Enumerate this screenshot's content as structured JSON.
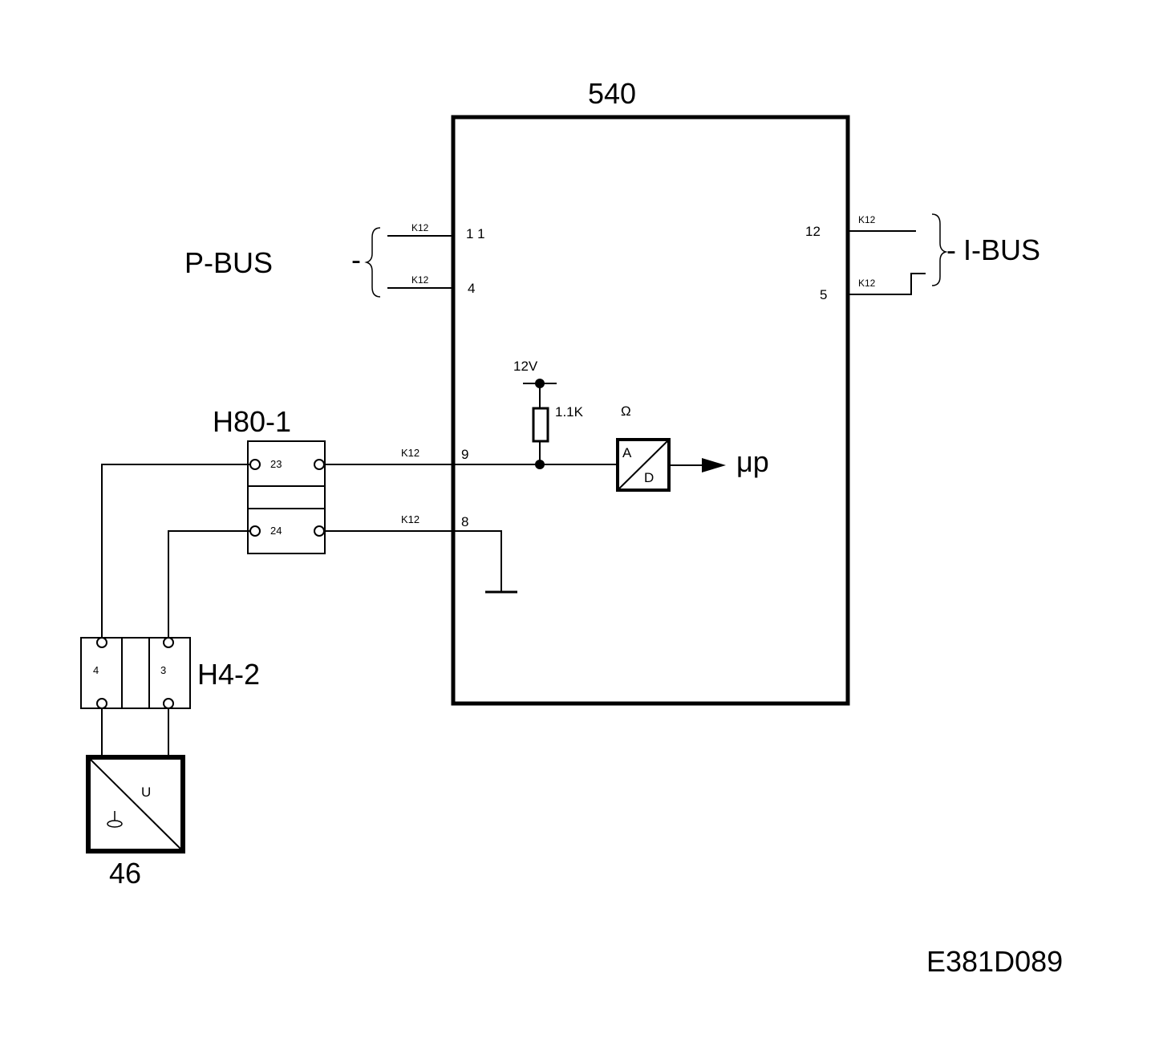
{
  "module": {
    "label": "540"
  },
  "pbus": {
    "label": "P-BUS",
    "dash": "-",
    "pin_a": "1 1",
    "pin_b": "4",
    "wire_a": "K12",
    "wire_b": "K12"
  },
  "ibus": {
    "label": "I-BUS",
    "dash": "-",
    "pin_a": "12",
    "pin_b": "5",
    "wire_a": "K12",
    "wire_b": "K12"
  },
  "supply": {
    "voltage": "12V",
    "resistor": "1.1K",
    "unit": "Ω"
  },
  "adc": {
    "in": "A",
    "out": "D",
    "target": "μp"
  },
  "signal": {
    "pin": "9",
    "wire": "K12"
  },
  "ground_line": {
    "pin": "8",
    "wire": "K12"
  },
  "connector_h80": {
    "label": "H80-1",
    "pin_top": "23",
    "pin_bottom": "24"
  },
  "connector_h4": {
    "label": "H4-2",
    "pin_left": "4",
    "pin_right": "3"
  },
  "sensor": {
    "label": "46",
    "symbol": "U"
  },
  "figure_id": "E381D089"
}
